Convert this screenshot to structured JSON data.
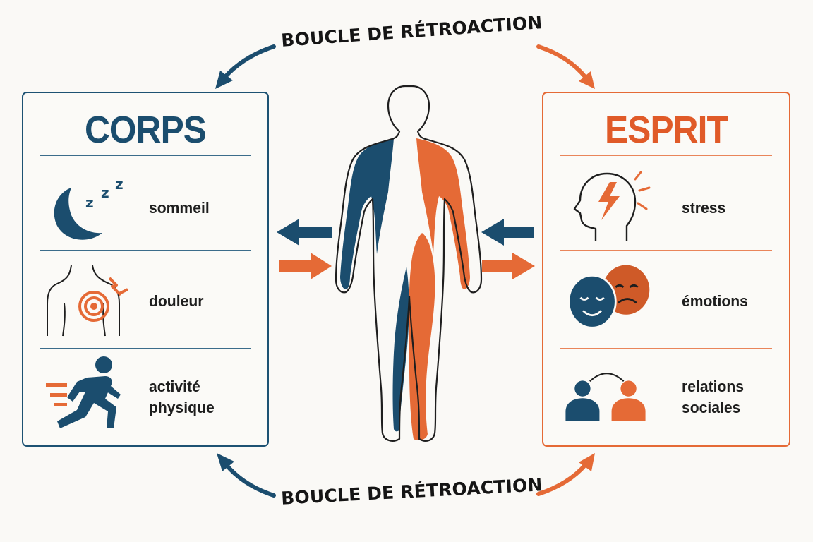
{
  "colors": {
    "body_blue": "#1b4d6e",
    "mind_orange": "#e05a28",
    "text_dark": "#1e1e1e",
    "background": "#faf9f6"
  },
  "loop": {
    "top_label": "BOUCLE DE RÉTROACTION",
    "bottom_label": "BOUCLE DE RÉTROACTION"
  },
  "corps": {
    "title": "CORPS",
    "items": [
      {
        "label": "sommeil",
        "icon": "moon-sleep-icon"
      },
      {
        "label": "douleur",
        "icon": "back-pain-icon"
      },
      {
        "label_line1": "activité",
        "label_line2": "physique",
        "icon": "running-person-icon"
      }
    ]
  },
  "esprit": {
    "title": "ESPRIT",
    "items": [
      {
        "label": "stress",
        "icon": "head-lightning-icon"
      },
      {
        "label": "émotions",
        "icon": "happy-sad-masks-icon"
      },
      {
        "label_line1": "relations",
        "label_line2": "sociales",
        "icon": "two-people-icon"
      }
    ]
  }
}
